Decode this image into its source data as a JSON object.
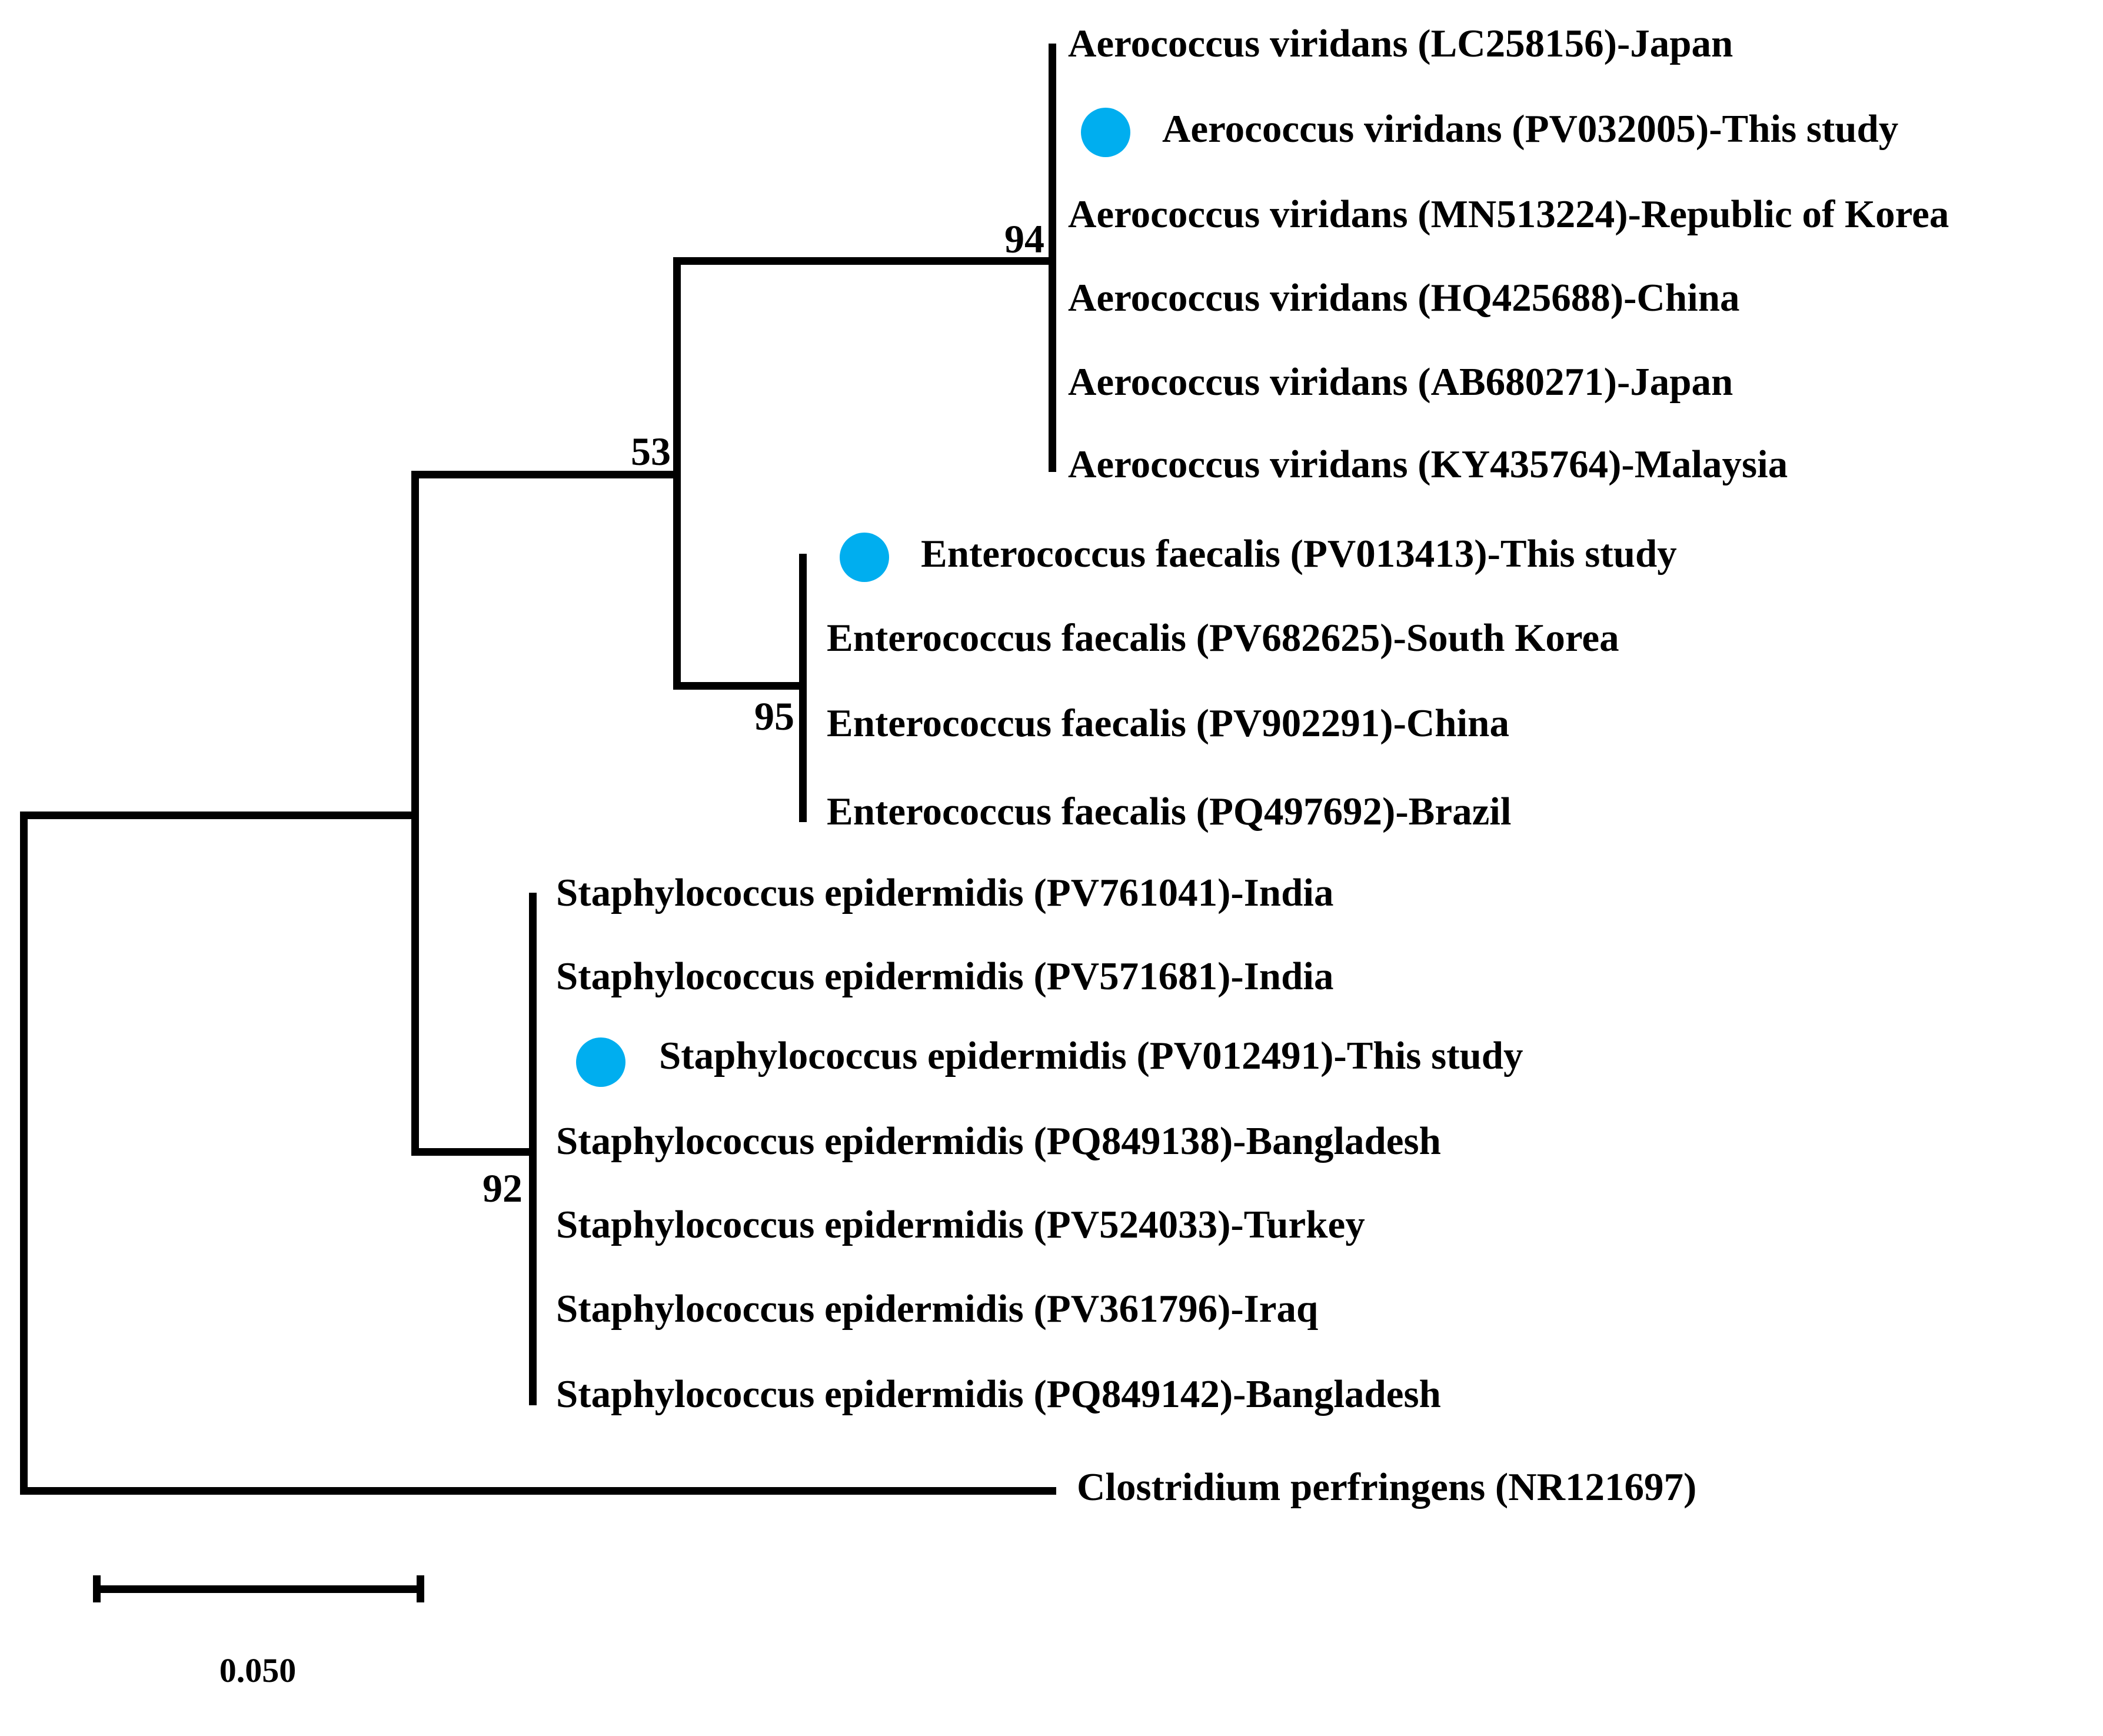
{
  "figure": {
    "type": "phylogenetic-tree",
    "line_color": "#000000",
    "marker_color": "#00AEEF",
    "taxa": [
      {
        "label": "Aerococcus viridans (LC258156)-Japan",
        "marker": false
      },
      {
        "label": "Aerococcus viridans (PV032005)-This study",
        "marker": true
      },
      {
        "label": "Aerococcus viridans (MN513224)-Republic of Korea",
        "marker": false
      },
      {
        "label": "Aerococcus viridans (HQ425688)-China",
        "marker": false
      },
      {
        "label": "Aerococcus viridans (AB680271)-Japan",
        "marker": false
      },
      {
        "label": "Aerococcus viridans (KY435764)-Malaysia",
        "marker": false
      },
      {
        "label": "Enterococcus faecalis (PV013413)-This study",
        "marker": true
      },
      {
        "label": "Enterococcus faecalis (PV682625)-South Korea",
        "marker": false
      },
      {
        "label": "Enterococcus faecalis (PV902291)-China",
        "marker": false
      },
      {
        "label": "Enterococcus faecalis (PQ497692)-Brazil",
        "marker": false
      },
      {
        "label": "Staphylococcus epidermidis (PV761041)-India",
        "marker": false
      },
      {
        "label": "Staphylococcus epidermidis (PV571681)-India",
        "marker": false
      },
      {
        "label": "Staphylococcus epidermidis (PV012491)-This study",
        "marker": true
      },
      {
        "label": "Staphylococcus epidermidis (PQ849138)-Bangladesh",
        "marker": false
      },
      {
        "label": "Staphylococcus epidermidis (PV524033)-Turkey",
        "marker": false
      },
      {
        "label": "Staphylococcus epidermidis (PV361796)-Iraq",
        "marker": false
      },
      {
        "label": "Staphylococcus epidermidis (PQ849142)-Bangladesh",
        "marker": false
      },
      {
        "label": "Clostridium perfringens (NR121697)",
        "marker": false
      }
    ],
    "bootstrap": [
      {
        "node": "aerococcus-clade",
        "value": "94"
      },
      {
        "node": "aerococcus-plus-enterococcus-clade",
        "value": "53"
      },
      {
        "node": "enterococcus-clade",
        "value": "95"
      },
      {
        "node": "staphylococcus-clade",
        "value": "92"
      }
    ],
    "scale_bar": {
      "label": "0.050"
    }
  }
}
